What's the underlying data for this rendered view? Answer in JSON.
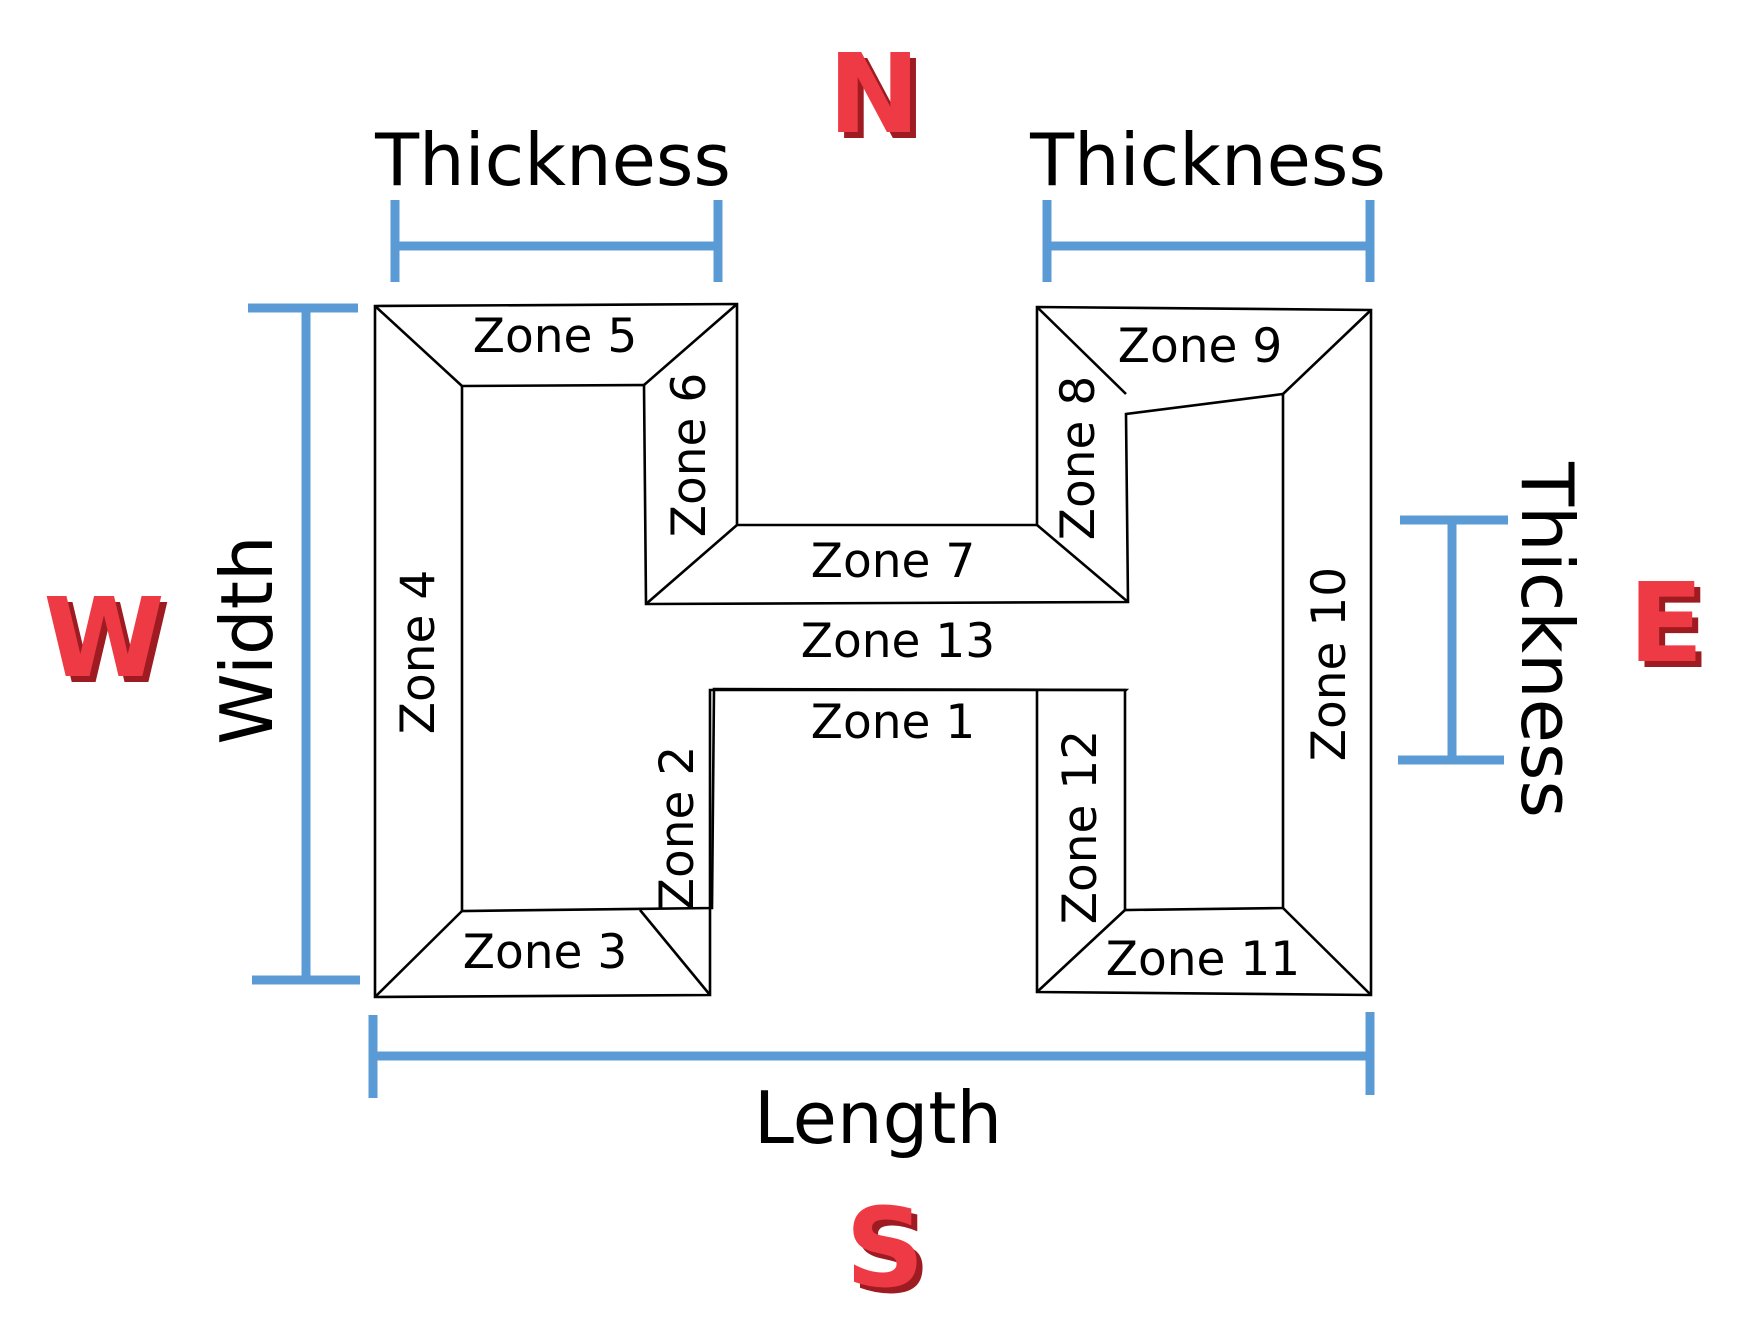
{
  "compass": {
    "north": "N",
    "south": "S",
    "east": "E",
    "west": "W"
  },
  "dimensions": {
    "thickness_left": "Thickness",
    "thickness_right": "Thickness",
    "thickness_east": "Thickness",
    "width": "Width",
    "length": "Length"
  },
  "zones": {
    "z1": "Zone 1",
    "z2": "Zone 2",
    "z3": "Zone 3",
    "z4": "Zone 4",
    "z5": "Zone 5",
    "z6": "Zone 6",
    "z7": "Zone 7",
    "z8": "Zone 8",
    "z9": "Zone 9",
    "z10": "Zone 10",
    "z11": "Zone 11",
    "z12": "Zone 12",
    "z13": "Zone 13"
  },
  "colors": {
    "dimension_line": "#5b9bd5",
    "compass_letter": "#ee3a44",
    "outline": "#000000"
  }
}
